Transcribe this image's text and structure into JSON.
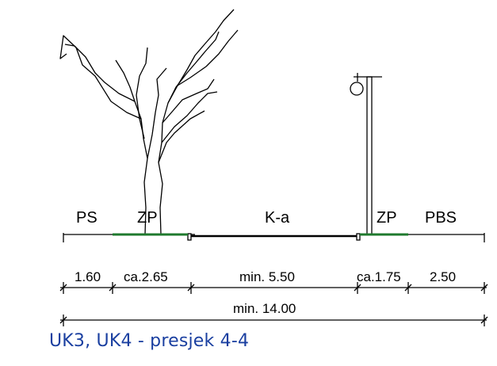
{
  "zones": {
    "ps": "PS",
    "zp_left": "ZP",
    "ka": "K-a",
    "zp_right": "ZP",
    "pbs": "PBS"
  },
  "dimensions": {
    "d1": "1.60",
    "d2": "ca.2.65",
    "d3": "min. 5.50",
    "d4": "ca.1.75",
    "d5": "2.50",
    "total": "min. 14.00"
  },
  "title": "UK3, UK4 - presjek 4-4",
  "colors": {
    "line": "#000000",
    "grass": "#1f7a2e",
    "title": "#1a3fa0"
  },
  "icons": [
    "tree-icon",
    "street-lamp-icon"
  ]
}
